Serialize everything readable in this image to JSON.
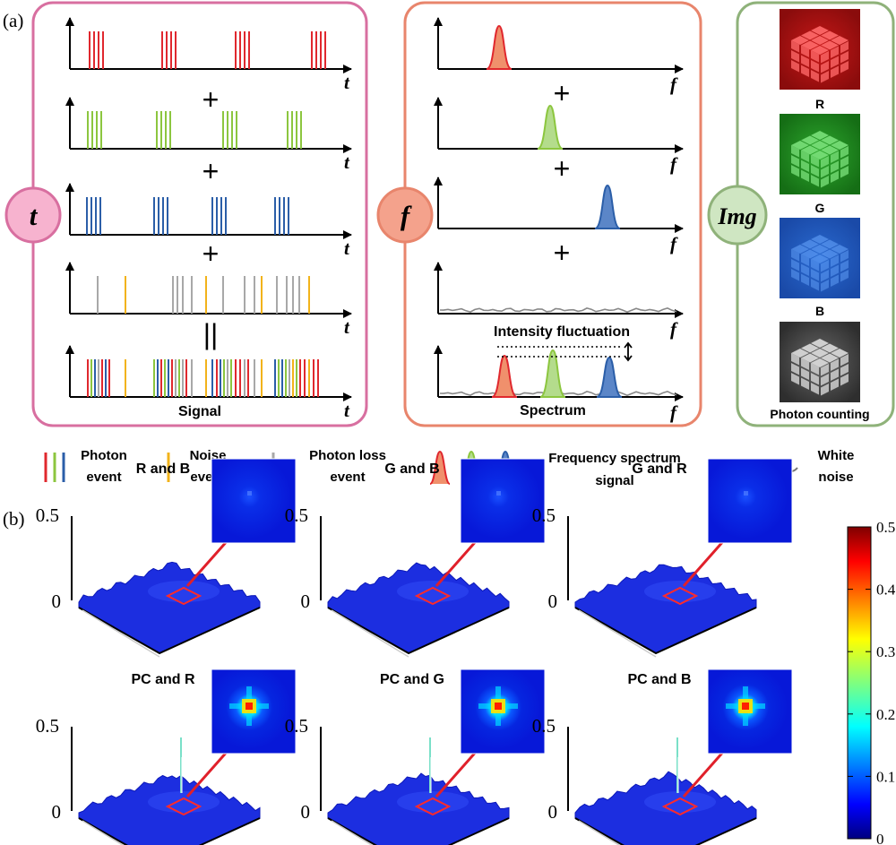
{
  "panel_a": {
    "label": "(a)",
    "time_box": {
      "symbol": "t",
      "axis_label": "t",
      "operators": [
        "+",
        "+",
        "+",
        "||"
      ],
      "signal_caption": "Signal"
    },
    "freq_box": {
      "symbol": "f",
      "axis_label": "f",
      "operators": [
        "+",
        "+",
        "+"
      ],
      "fluctuation_label": "Intensity fluctuation",
      "spectrum_caption": "Spectrum"
    },
    "img_box": {
      "symbol": "Img",
      "captions": [
        "R",
        "G",
        "B",
        "Photon counting"
      ]
    },
    "legend": {
      "photon_event": [
        "Photon",
        "event"
      ],
      "noise_event": [
        "Noise",
        "event"
      ],
      "photon_loss_event": [
        "Photon loss",
        "event"
      ],
      "frequency_spectrum_signal": [
        "Frequency spectrum",
        "signal"
      ],
      "white_noise": [
        "White",
        "noise"
      ]
    },
    "colors": {
      "red": "#e0282e",
      "green": "#8cc63f",
      "blue": "#2b5ea8",
      "yellow": "#f2b31b",
      "gray": "#a8a8a8",
      "time_border": "#d86fa0",
      "freq_border": "#e8856c",
      "img_border": "#8fb27a",
      "time_circle": "#f7b3cf",
      "freq_circle": "#f4a28c",
      "img_circle": "#cfe6c2",
      "red_fill": "#f0906c",
      "green_fill": "#b4dc8c",
      "blue_fill": "#5b86c8"
    }
  },
  "panel_b": {
    "label": "(b)",
    "y_ticks": [
      "0.5",
      "0"
    ],
    "plots": [
      {
        "title": "R and B",
        "peak": "weak"
      },
      {
        "title": "G and B",
        "peak": "weak"
      },
      {
        "title": "G and R",
        "peak": "weak"
      },
      {
        "title": "PC and R",
        "peak": "strong"
      },
      {
        "title": "PC and G",
        "peak": "strong"
      },
      {
        "title": "PC and B",
        "peak": "strong"
      }
    ],
    "colorbar": {
      "ticks": [
        "0.5",
        "0.4",
        "0.3",
        "0.2",
        "0.1",
        "0"
      ],
      "colormap": "jet"
    }
  }
}
